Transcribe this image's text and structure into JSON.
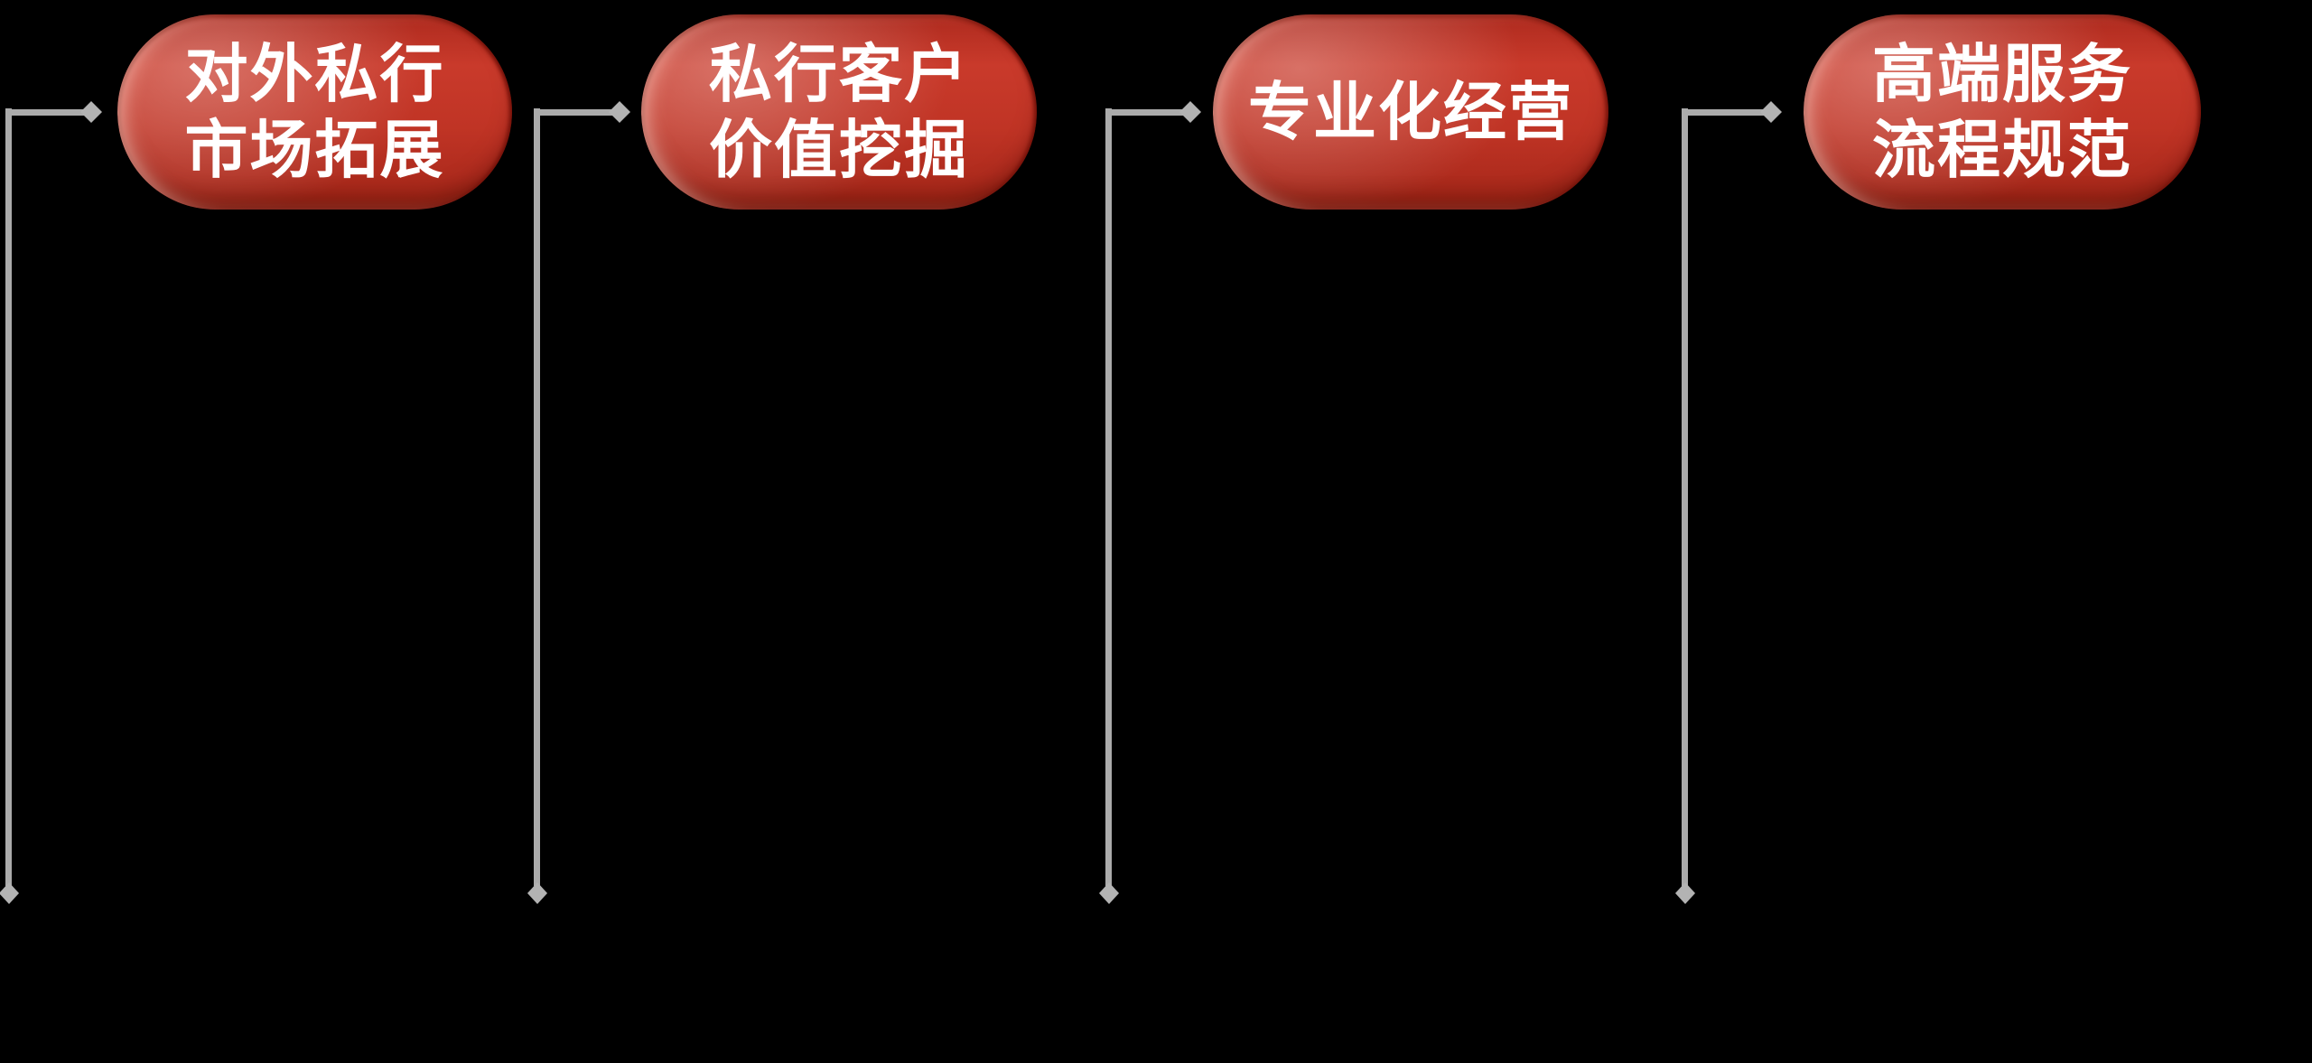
{
  "diagram": {
    "type": "labeled-node-diagram",
    "background_color": "#000000",
    "connector_style": {
      "color": "#ababab",
      "marker_color": "#b3b3b3",
      "arrow_marker": "diamond",
      "end_marker": "diamond",
      "shape": "elbow-from-below"
    },
    "node_style": {
      "shape": "pill",
      "fill_main": "#c03425",
      "fill_top": "#c93a2b",
      "fill_bottom": "#952213",
      "highlight": "#ffc6ba",
      "text_color": "#ffffff"
    },
    "nodes": [
      {
        "lines": [
          "对外私行",
          "市场拓展"
        ]
      },
      {
        "lines": [
          "私行客户",
          "价值挖掘"
        ]
      },
      {
        "lines": [
          "专业化经营"
        ]
      },
      {
        "lines": [
          "高端服务",
          "流程规范"
        ]
      }
    ]
  }
}
